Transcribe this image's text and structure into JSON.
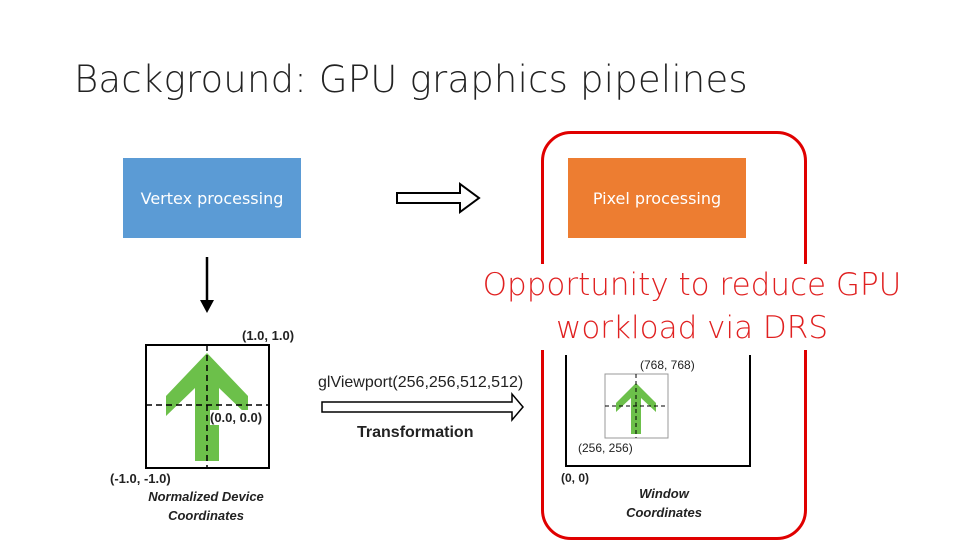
{
  "slide": {
    "title": "Background: GPU graphics pipelines"
  },
  "pipeline": {
    "vertex_label": "Vertex processing",
    "pixel_label": "Pixel processing"
  },
  "callout": {
    "line1": "Opportunity to reduce GPU",
    "line2": "workload via DRS"
  },
  "ndc": {
    "top_right": "(1.0, 1.0)",
    "center": "(0.0, 0.0)",
    "bottom_left": "(-1.0, -1.0)",
    "caption_line1": "Normalized Device",
    "caption_line2": "Coordinates"
  },
  "transform": {
    "call": "glViewport(256,256,512,512)",
    "label": "Transformation"
  },
  "window": {
    "top_right": "(768, 768)",
    "bottom_left": "(256, 256)",
    "origin": "(0, 0)",
    "caption_line1": "Window",
    "caption_line2": "Coordinates"
  },
  "colors": {
    "vertex_box": "#5b9bd5",
    "pixel_box": "#ed7d31",
    "highlight": "#e00000",
    "arrow_green": "#6cc04a"
  }
}
